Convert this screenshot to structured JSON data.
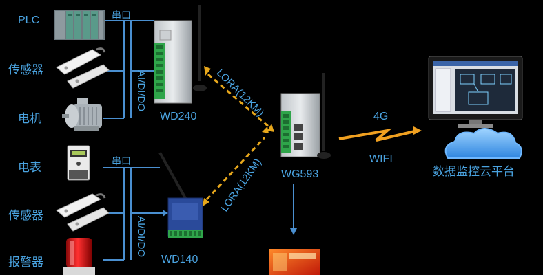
{
  "labels": {
    "plc": "PLC",
    "chuankou1": "串口",
    "sensor1": "传感器",
    "motor": "电机",
    "meter": "电表",
    "chuankou2": "串口",
    "sensor2": "传感器",
    "alarm": "报警器",
    "aidido1": "AI/DI/DO",
    "aidido2": "AI/DI/DO",
    "wd240": "WD240",
    "wd140": "WD140",
    "wg593": "WG593",
    "lora1": "LORA(12KM)",
    "lora2": "LORA(12KM)",
    "net4g": "4G",
    "wifi": "WIFI",
    "cloud": "数据监控云平台"
  },
  "icons": {
    "plc": "plc-device-icon",
    "sensor": "magnetic-sensor-icon",
    "motor": "electric-motor-icon",
    "meter": "energy-meter-icon",
    "alarm": "alarm-beacon-icon",
    "gateway": "lora-gateway-icon",
    "monitor": "monitor-icon",
    "cloud": "cloud-icon"
  },
  "colors": {
    "label": "#4aa3e0",
    "line": "#4a8fd0",
    "lora_arrow": "#e8a81c",
    "lightning": "#f0a020",
    "cloud": "#4aa0e8"
  }
}
